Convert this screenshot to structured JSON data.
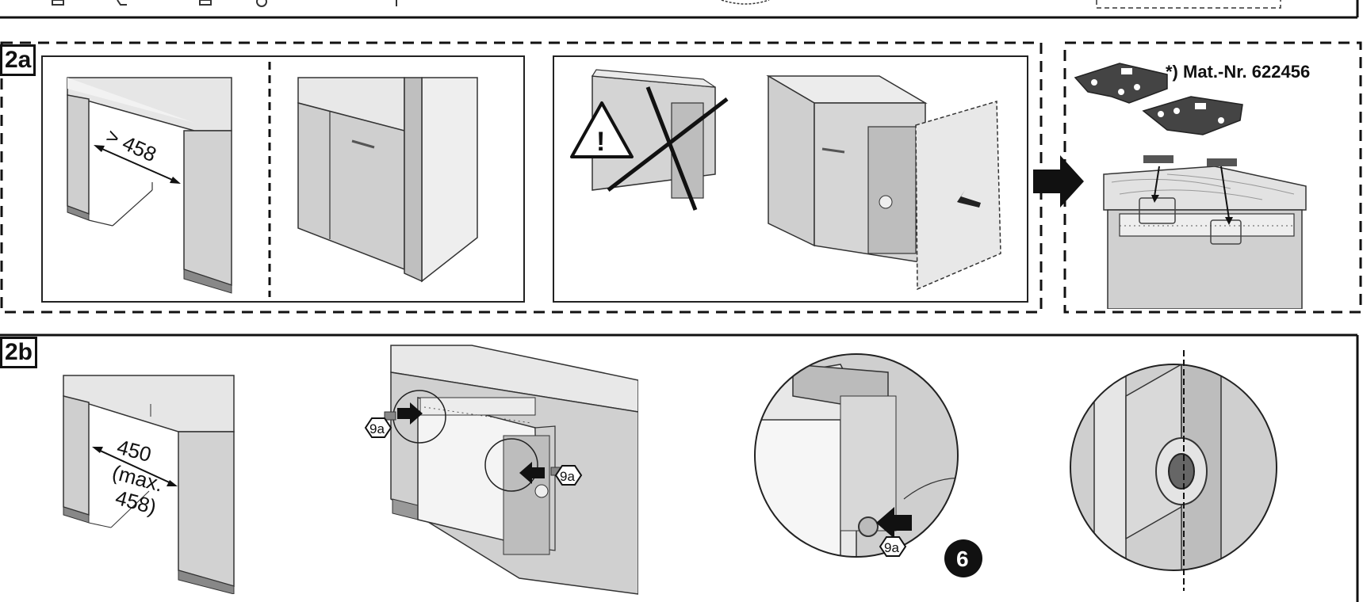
{
  "section_2a": {
    "label": "2a",
    "width_callout": "> 458",
    "part_reference": "*) Mat.-Nr. 622456"
  },
  "section_2b": {
    "label": "2b",
    "width_callout": {
      "line1": "450",
      "line2": "(max.",
      "line3": "458)"
    },
    "part_tag": "9a",
    "step_badge": "6"
  }
}
